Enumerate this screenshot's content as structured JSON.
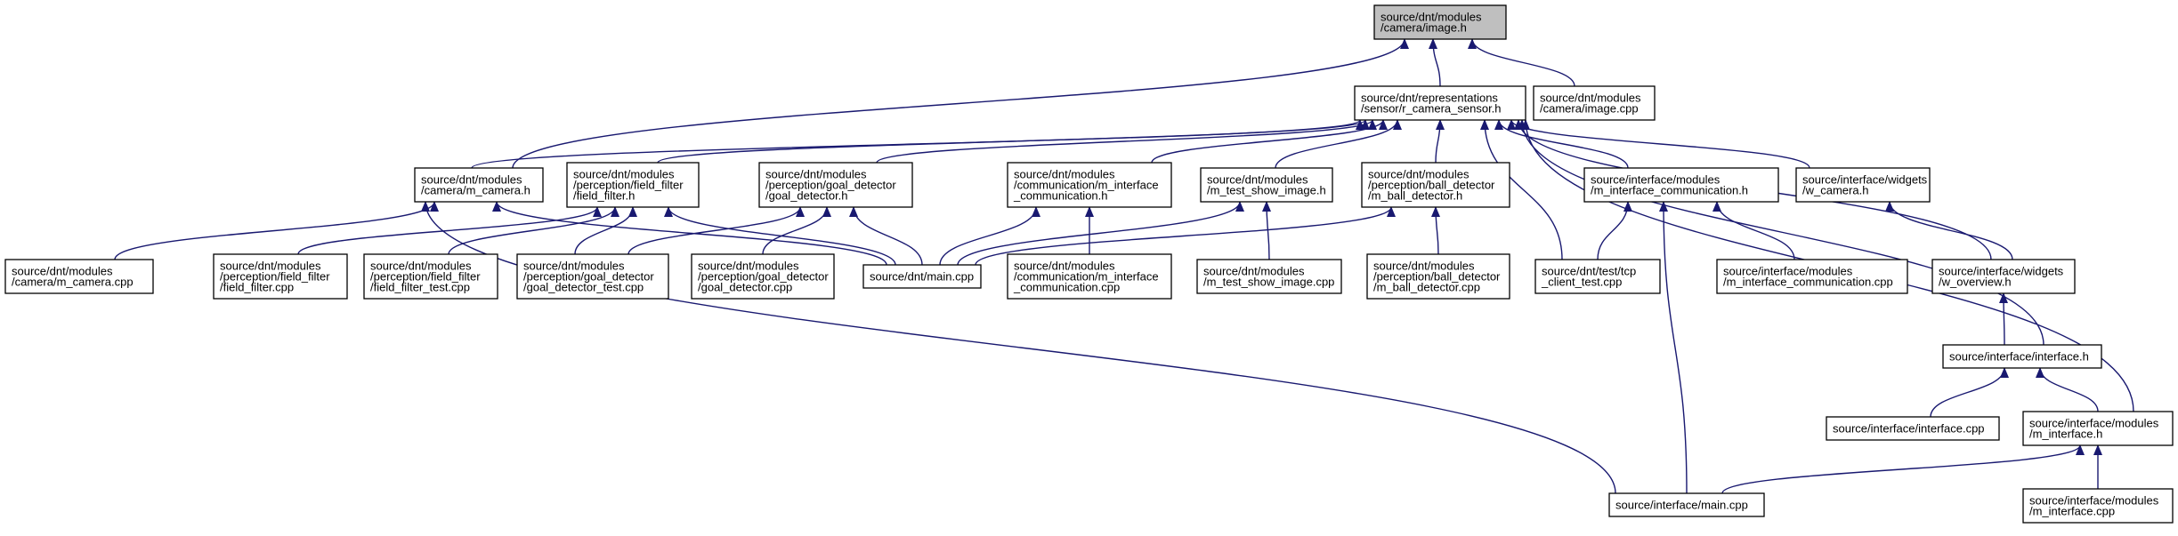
{
  "graph": {
    "nodes": {
      "image_h": {
        "lines": [
          "source/dnt/modules",
          "/camera/image.h"
        ],
        "root": true
      },
      "r_camera_sensor_h": {
        "lines": [
          "source/dnt/representations",
          "/sensor/r_camera_sensor.h"
        ]
      },
      "image_cpp": {
        "lines": [
          "source/dnt/modules",
          "/camera/image.cpp"
        ]
      },
      "m_camera_h": {
        "lines": [
          "source/dnt/modules",
          "/camera/m_camera.h"
        ]
      },
      "field_filter_h": {
        "lines": [
          "source/dnt/modules",
          "/perception/field_filter",
          "/field_filter.h"
        ]
      },
      "goal_detector_h": {
        "lines": [
          "source/dnt/modules",
          "/perception/goal_detector",
          "/goal_detector.h"
        ]
      },
      "m_interface_comm_h": {
        "lines": [
          "source/dnt/modules",
          "/communication/m_interface",
          "_communication.h"
        ]
      },
      "m_test_show_image_h": {
        "lines": [
          "source/dnt/modules",
          "/m_test_show_image.h"
        ]
      },
      "m_ball_detector_h": {
        "lines": [
          "source/dnt/modules",
          "/perception/ball_detector",
          "/m_ball_detector.h"
        ]
      },
      "iface_m_interface_comm_h": {
        "lines": [
          "source/interface/modules",
          "/m_interface_communication.h"
        ]
      },
      "w_camera_h": {
        "lines": [
          "source/interface/widgets",
          "/w_camera.h"
        ]
      },
      "m_camera_cpp": {
        "lines": [
          "source/dnt/modules",
          "/camera/m_camera.cpp"
        ]
      },
      "field_filter_cpp": {
        "lines": [
          "source/dnt/modules",
          "/perception/field_filter",
          "/field_filter.cpp"
        ]
      },
      "field_filter_test_cpp": {
        "lines": [
          "source/dnt/modules",
          "/perception/field_filter",
          "/field_filter_test.cpp"
        ]
      },
      "goal_detector_test_cpp": {
        "lines": [
          "source/dnt/modules",
          "/perception/goal_detector",
          "/goal_detector_test.cpp"
        ]
      },
      "goal_detector_cpp": {
        "lines": [
          "source/dnt/modules",
          "/perception/goal_detector",
          "/goal_detector.cpp"
        ]
      },
      "dnt_main_cpp": {
        "lines": [
          "source/dnt/main.cpp"
        ]
      },
      "m_interface_comm_cpp": {
        "lines": [
          "source/dnt/modules",
          "/communication/m_interface",
          "_communication.cpp"
        ]
      },
      "m_test_show_image_cpp": {
        "lines": [
          "source/dnt/modules",
          "/m_test_show_image.cpp"
        ]
      },
      "m_ball_detector_cpp": {
        "lines": [
          "source/dnt/modules",
          "/perception/ball_detector",
          "/m_ball_detector.cpp"
        ]
      },
      "tcp_client_test_cpp": {
        "lines": [
          "source/dnt/test/tcp",
          "_client_test.cpp"
        ]
      },
      "iface_m_interface_comm_cpp": {
        "lines": [
          "source/interface/modules",
          "/m_interface_communication.cpp"
        ]
      },
      "w_overview_h": {
        "lines": [
          "source/interface/widgets",
          "/w_overview.h"
        ]
      },
      "interface_h": {
        "lines": [
          "source/interface/interface.h"
        ]
      },
      "interface_cpp": {
        "lines": [
          "source/interface/interface.cpp"
        ]
      },
      "iface_m_interface_h": {
        "lines": [
          "source/interface/modules",
          "/m_interface.h"
        ]
      },
      "iface_main_cpp": {
        "lines": [
          "source/interface/main.cpp"
        ]
      },
      "iface_m_interface_cpp": {
        "lines": [
          "source/interface/modules",
          "/m_interface.cpp"
        ]
      }
    },
    "edges": [
      {
        "from": "r_camera_sensor_h",
        "to": "image_h"
      },
      {
        "from": "image_cpp",
        "to": "image_h"
      },
      {
        "from": "m_camera_h",
        "to": "image_h"
      },
      {
        "from": "m_camera_h",
        "to": "r_camera_sensor_h"
      },
      {
        "from": "field_filter_h",
        "to": "r_camera_sensor_h"
      },
      {
        "from": "goal_detector_h",
        "to": "r_camera_sensor_h"
      },
      {
        "from": "m_interface_comm_h",
        "to": "r_camera_sensor_h"
      },
      {
        "from": "m_test_show_image_h",
        "to": "r_camera_sensor_h"
      },
      {
        "from": "m_ball_detector_h",
        "to": "r_camera_sensor_h"
      },
      {
        "from": "tcp_client_test_cpp",
        "to": "r_camera_sensor_h"
      },
      {
        "from": "iface_m_interface_comm_h",
        "to": "r_camera_sensor_h"
      },
      {
        "from": "w_camera_h",
        "to": "r_camera_sensor_h"
      },
      {
        "from": "w_overview_h",
        "to": "r_camera_sensor_h"
      },
      {
        "from": "interface_h",
        "to": "r_camera_sensor_h"
      },
      {
        "from": "iface_m_interface_h",
        "to": "r_camera_sensor_h"
      },
      {
        "from": "m_camera_cpp",
        "to": "m_camera_h"
      },
      {
        "from": "dnt_main_cpp",
        "to": "m_camera_h"
      },
      {
        "from": "iface_main_cpp",
        "to": "m_camera_h"
      },
      {
        "from": "field_filter_cpp",
        "to": "field_filter_h"
      },
      {
        "from": "field_filter_test_cpp",
        "to": "field_filter_h"
      },
      {
        "from": "goal_detector_test_cpp",
        "to": "field_filter_h"
      },
      {
        "from": "dnt_main_cpp",
        "to": "field_filter_h"
      },
      {
        "from": "goal_detector_test_cpp",
        "to": "goal_detector_h"
      },
      {
        "from": "goal_detector_cpp",
        "to": "goal_detector_h"
      },
      {
        "from": "dnt_main_cpp",
        "to": "goal_detector_h"
      },
      {
        "from": "dnt_main_cpp",
        "to": "m_interface_comm_h"
      },
      {
        "from": "m_interface_comm_cpp",
        "to": "m_interface_comm_h"
      },
      {
        "from": "dnt_main_cpp",
        "to": "m_test_show_image_h"
      },
      {
        "from": "m_test_show_image_cpp",
        "to": "m_test_show_image_h"
      },
      {
        "from": "dnt_main_cpp",
        "to": "m_ball_detector_h"
      },
      {
        "from": "m_ball_detector_cpp",
        "to": "m_ball_detector_h"
      },
      {
        "from": "tcp_client_test_cpp",
        "to": "iface_m_interface_comm_h"
      },
      {
        "from": "iface_m_interface_comm_cpp",
        "to": "iface_m_interface_comm_h"
      },
      {
        "from": "iface_main_cpp",
        "to": "iface_m_interface_comm_h"
      },
      {
        "from": "w_overview_h",
        "to": "w_camera_h"
      },
      {
        "from": "interface_h",
        "to": "w_overview_h"
      },
      {
        "from": "interface_cpp",
        "to": "interface_h"
      },
      {
        "from": "iface_m_interface_h",
        "to": "interface_h"
      },
      {
        "from": "iface_main_cpp",
        "to": "iface_m_interface_h"
      },
      {
        "from": "iface_m_interface_cpp",
        "to": "iface_m_interface_h"
      }
    ]
  }
}
